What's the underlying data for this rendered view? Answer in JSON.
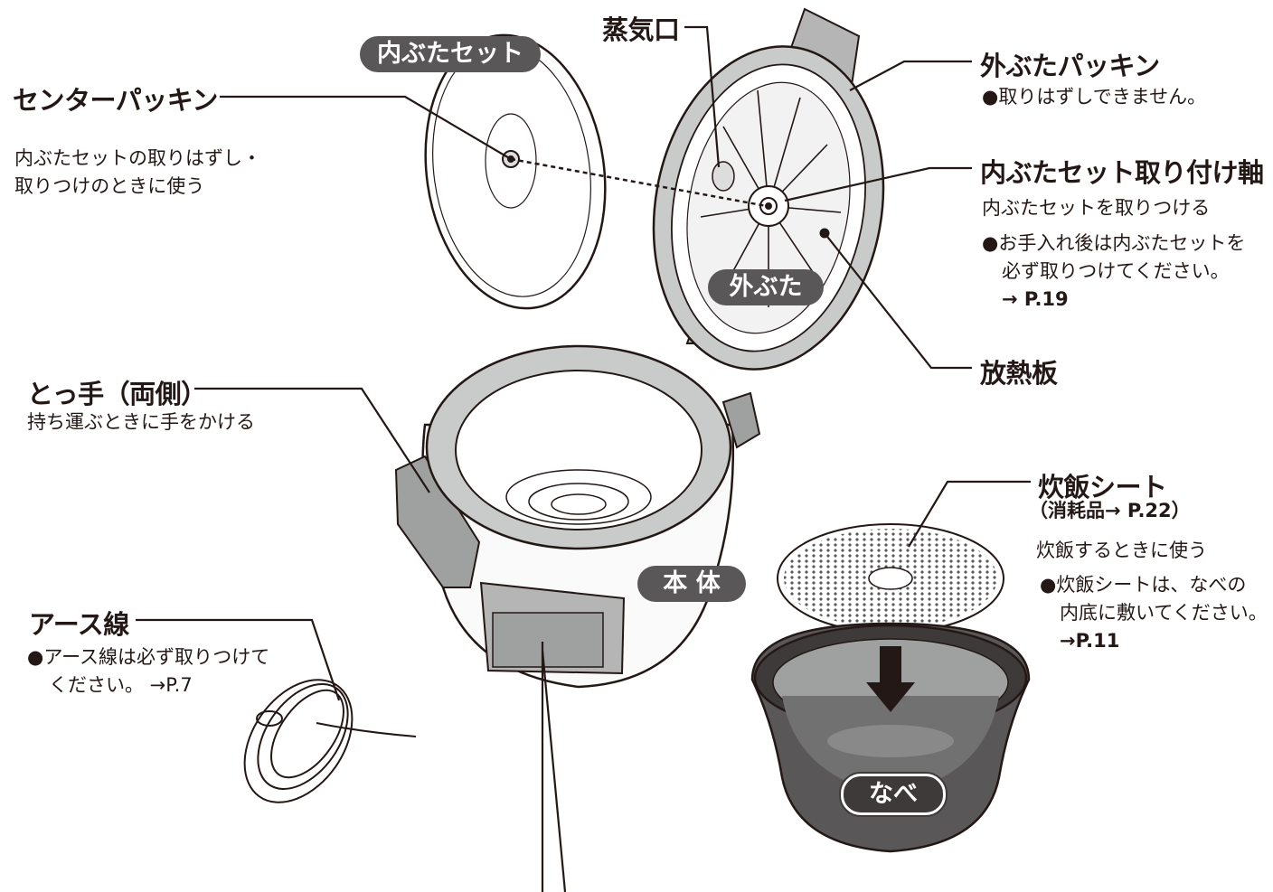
{
  "badges": {
    "inner_lid_set": "内ぶたセット",
    "outer_lid": "外ぶた",
    "body": "本 体",
    "pot": "なべ"
  },
  "labels": {
    "center_packing": {
      "title": "センターパッキン",
      "desc1": "内ぶたセットの取りはずし・",
      "desc2": "取りつけのときに使う"
    },
    "steam_vent": {
      "title": "蒸気口"
    },
    "outer_lid_packing": {
      "title": "外ぶたパッキン",
      "note": "●取りはずしできません。"
    },
    "inner_lid_shaft": {
      "title": "内ぶたセット取り付け軸",
      "desc": "内ぶたセットを取りつける",
      "note1": "●お手入れ後は内ぶたセットを",
      "note2": "必ず取りつけてください。",
      "ref": "→ P.19"
    },
    "heat_plate": {
      "title": "放熱板"
    },
    "handle": {
      "title": "とっ手（両側）",
      "desc": "持ち運ぶときに手をかける"
    },
    "rice_sheet": {
      "title": "炊飯シート",
      "sub": "（消耗品→ P.22）",
      "desc": "炊飯するときに使う",
      "note1": "●炊飯シートは、なべの",
      "note2": "内底に敷いてください。",
      "ref": "→P.11"
    },
    "ground_wire": {
      "title": "アース線",
      "note1": "●アース線は必ず取りつけて",
      "note2": "ください。 →P.7"
    }
  }
}
